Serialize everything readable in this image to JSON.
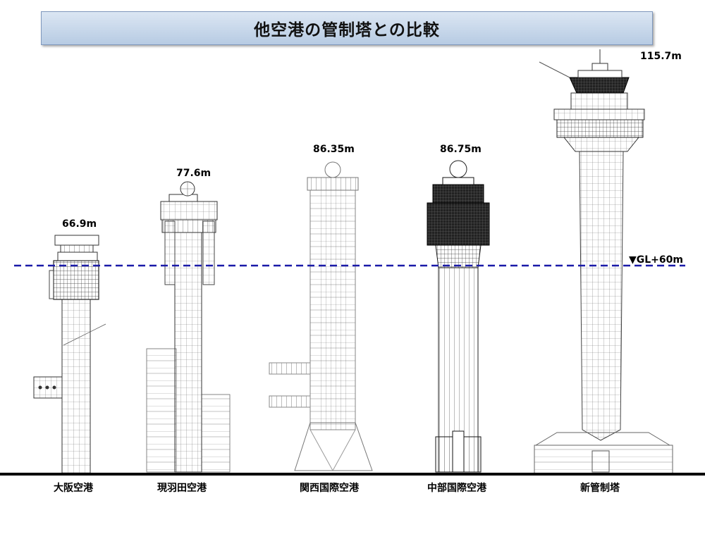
{
  "title": "他空港の管制塔との比較",
  "reference_line": {
    "label": "▼GL+60m",
    "color": "#1a1aa8"
  },
  "towers": [
    {
      "name": "大阪空港",
      "height": "66.9m"
    },
    {
      "name": "現羽田空港",
      "height": "77.6m"
    },
    {
      "name": "関西国際空港",
      "height": "86.35m"
    },
    {
      "name": "中部国際空港",
      "height": "86.75m"
    },
    {
      "name": "新管制塔",
      "height": "115.7m"
    }
  ]
}
